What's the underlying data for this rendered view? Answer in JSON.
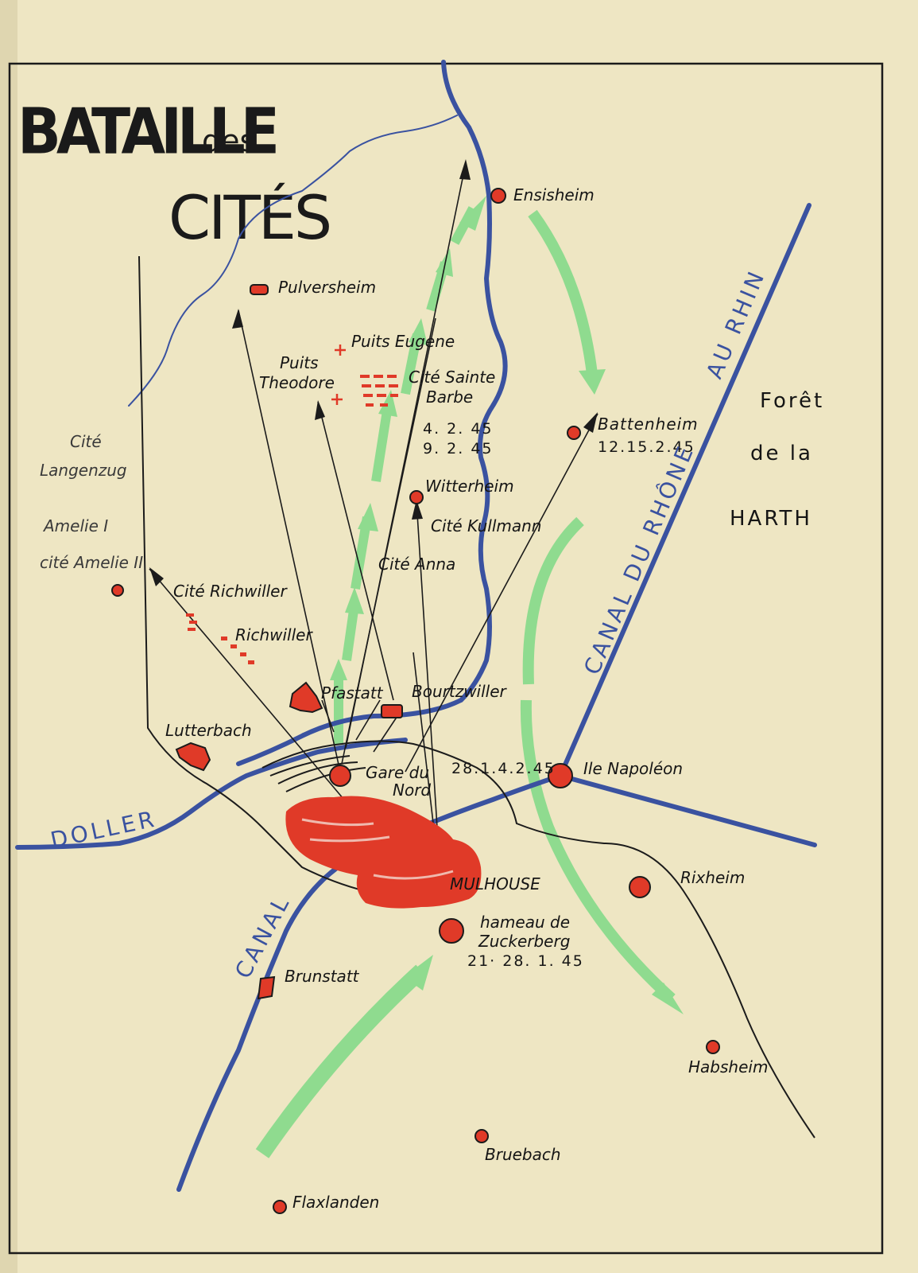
{
  "title": {
    "line1": "BATAILLE",
    "line2": "des",
    "line3": "CITÉS"
  },
  "colors": {
    "paper": "#eee6c3",
    "river": "#3a52a0",
    "town": "#e03a28",
    "advance": "#8fdb8f",
    "ink": "#151515"
  },
  "places": {
    "ensisheim": "Ensisheim",
    "pulversheim": "Pulversheim",
    "puits_eugene": "Puits Eugene",
    "puits_theodore_1": "Puits",
    "puits_theodore_2": "Theodore",
    "cite_sainte_barbe_1": "Cité Sainte",
    "cite_sainte_barbe_2": "Barbe",
    "date_ste_barbe_1": "4. 2. 45",
    "date_ste_barbe_2": "9. 2. 45",
    "battenheim": "Battenheim",
    "battenheim_date": "12.15.2.45",
    "cite_langenzug_1": "Cité",
    "cite_langenzug_2": "Langenzug",
    "amelie_1": "Amelie I",
    "amelie_2": "cité Amelie II",
    "witterheim": "Witterheim",
    "cite_kullmann": "Cité Kullmann",
    "cite_anna": "Cité Anna",
    "cite_richwiller": "Cité Richwiller",
    "richwiller": "Richwiller",
    "pfastatt": "Pfastatt",
    "bourtzwiller": "Bourtzwiller",
    "lutterbach": "Lutterbach",
    "gare_du_nord_1": "Gare du",
    "gare_du_nord_2": "Nord",
    "gare_date": "28.1.4.2.45",
    "ile_napoleon": "Ile Napoléon",
    "mulhouse": "MULHOUSE",
    "rixheim": "Rixheim",
    "zuckerberg_1": "hameau de",
    "zuckerberg_2": "Zuckerberg",
    "zuckerberg_date": "21· 28. 1. 45",
    "brunstatt": "Brunstatt",
    "habsheim": "Habsheim",
    "bruebach": "Bruebach",
    "flaxlanden": "Flaxlanden",
    "foret_1": "Forêt",
    "foret_2": "de  la",
    "foret_3": "HARTH"
  },
  "waterways": {
    "doller": "DOLLER",
    "canal": "CANAL",
    "canal_rhone_rhin_1": "CANAL DU RHÔNE",
    "canal_rhone_rhin_2": "AU  RHIN"
  }
}
